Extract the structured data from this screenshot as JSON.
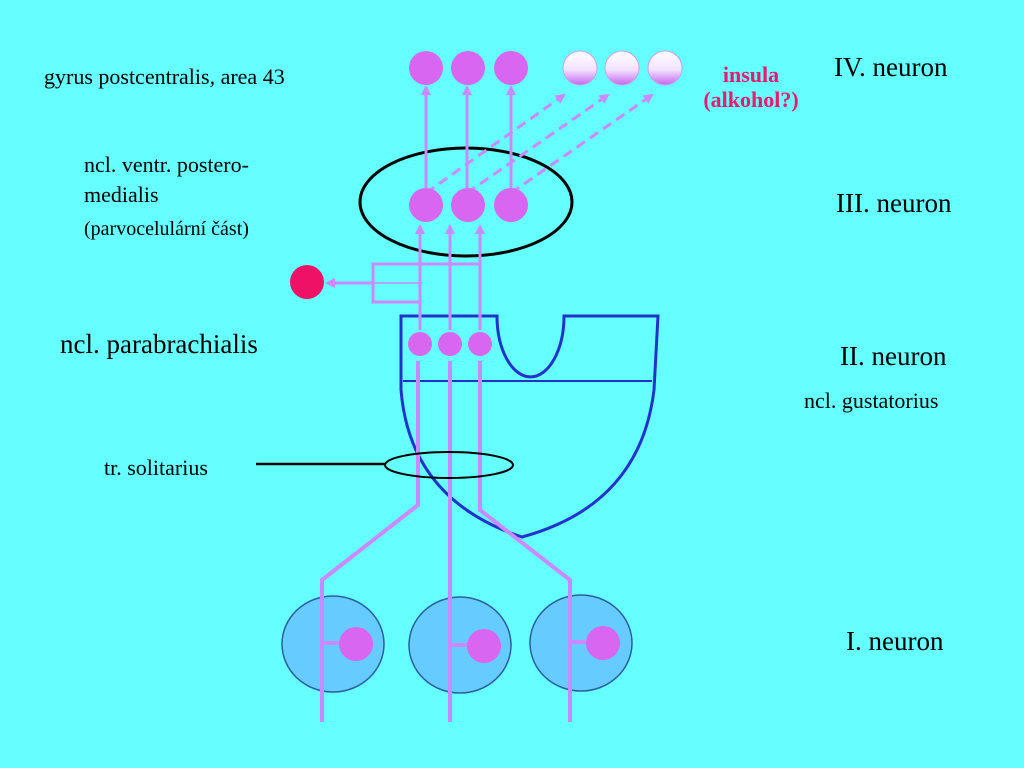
{
  "labels": {
    "neuron4": "IV. neuron",
    "neuron3": "III. neuron",
    "neuron2": "II. neuron",
    "neuron1": "I. neuron",
    "gustatorius": "ncl. gustatorius",
    "gyrus": "gyrus postcentralis, area 43",
    "vpm_line1": "ncl. ventr. postero-",
    "vpm_line2": "medialis",
    "vpm_line3": "(parvocelulární část)",
    "parabrachialis": "ncl. parabrachialis",
    "solitarius": "tr. solitarius",
    "insula_line1": "insula",
    "insula_line2": "(alkohol?)"
  },
  "colors": {
    "background": "#66ffff",
    "neuron_fill": "#d966f0",
    "fiber": "#cc88ff",
    "nucleus_outline": "#2233cc",
    "ganglion_fill": "#66ccff",
    "insula_text": "#e8196e",
    "side_neuron": "#ee1166"
  }
}
